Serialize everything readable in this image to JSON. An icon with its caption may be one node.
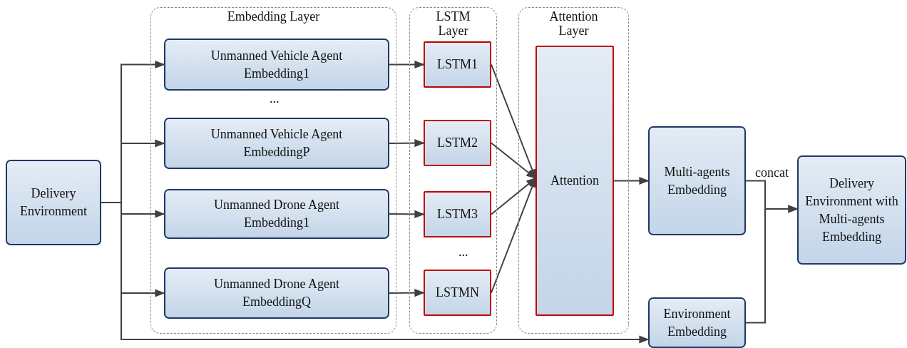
{
  "diagram": {
    "nodes": [
      {
        "text": [
          "Delivery Environment"
        ]
      },
      {
        "text": [
          "Embedding Layer"
        ]
      },
      {
        "text": [
          "Unmanned Vehicle Agent Embedding1"
        ],
        "in": 1
      },
      {
        "text": [
          "Unmanned Vehicle Agent EmbeddingP"
        ],
        "in": 1
      },
      {
        "text": [
          "Unmanned Drone Agent Embedding1"
        ],
        "in": 1
      },
      {
        "text": [
          "Unmanned Drone Agent EmbeddingQ"
        ],
        "in": 1
      },
      {
        "text": [
          "LSTM Layer"
        ]
      },
      {
        "text": [
          "LSTM1"
        ],
        "in": 6
      },
      {
        "text": [
          "LSTM2"
        ],
        "in": 6
      },
      {
        "text": [
          "LSTM3"
        ],
        "in": 6
      },
      {
        "text": [
          "LSTMN"
        ],
        "in": 6
      },
      {
        "text": [
          "Attention Layer"
        ]
      },
      {
        "text": [
          "Attention"
        ],
        "in": 11
      },
      {
        "text": [
          "Multi-agents Embedding"
        ]
      },
      {
        "text": [
          "Environment Embedding"
        ]
      },
      {
        "text": [
          "Delivery Environment with Multi-agents Embedding"
        ]
      }
    ],
    "edges": [
      {
        "from": 0,
        "to": 2,
        "arrow": "to"
      },
      {
        "from": 0,
        "to": 3,
        "arrow": "to"
      },
      {
        "from": 0,
        "to": 4,
        "arrow": "to"
      },
      {
        "from": 0,
        "to": 5,
        "arrow": "to"
      },
      {
        "from": 0,
        "to": 14,
        "arrow": "to"
      },
      {
        "from": 2,
        "to": 7,
        "arrow": "to"
      },
      {
        "from": 3,
        "to": 8,
        "arrow": "to"
      },
      {
        "from": 4,
        "to": 9,
        "arrow": "to"
      },
      {
        "from": 5,
        "to": 10,
        "arrow": "to"
      },
      {
        "from": 7,
        "to": 12,
        "arrow": "to"
      },
      {
        "from": 8,
        "to": 12,
        "arrow": "to"
      },
      {
        "from": 9,
        "to": 12,
        "arrow": "to"
      },
      {
        "from": 10,
        "to": 12,
        "arrow": "to"
      },
      {
        "from": 12,
        "to": 13,
        "arrow": "to"
      },
      {
        "from": 13,
        "to": 15,
        "arrow": "to",
        "label": "concat"
      },
      {
        "from": 14,
        "to": 15,
        "arrow": "to"
      }
    ],
    "labels": [
      "...",
      "..."
    ]
  }
}
